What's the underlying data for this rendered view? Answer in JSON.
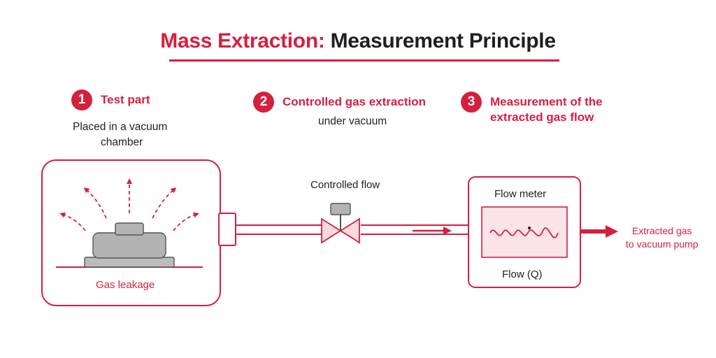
{
  "title": {
    "accent": "Mass Extraction:",
    "rest": " Measurement Principle"
  },
  "steps": [
    {
      "number": "1",
      "title": "Test part",
      "desc_line1": "Placed in a vacuum",
      "desc_line2": "chamber"
    },
    {
      "number": "2",
      "title": "Controlled gas extraction",
      "desc_line1": "under vacuum"
    },
    {
      "number": "3",
      "title_line1": "Measurement of the",
      "title_line2": "extracted gas flow"
    }
  ],
  "labels": {
    "gas_leakage": "Gas leakage",
    "controlled_flow": "Controlled flow",
    "flow_meter": "Flow meter",
    "flow_q": "Flow (Q)",
    "outlet_line1": "Extracted gas",
    "outlet_line2": "to vacuum pump"
  },
  "colors": {
    "accent": "#d61f3f",
    "part_fill": "#b3b3b3",
    "text": "#1f1f1f"
  }
}
